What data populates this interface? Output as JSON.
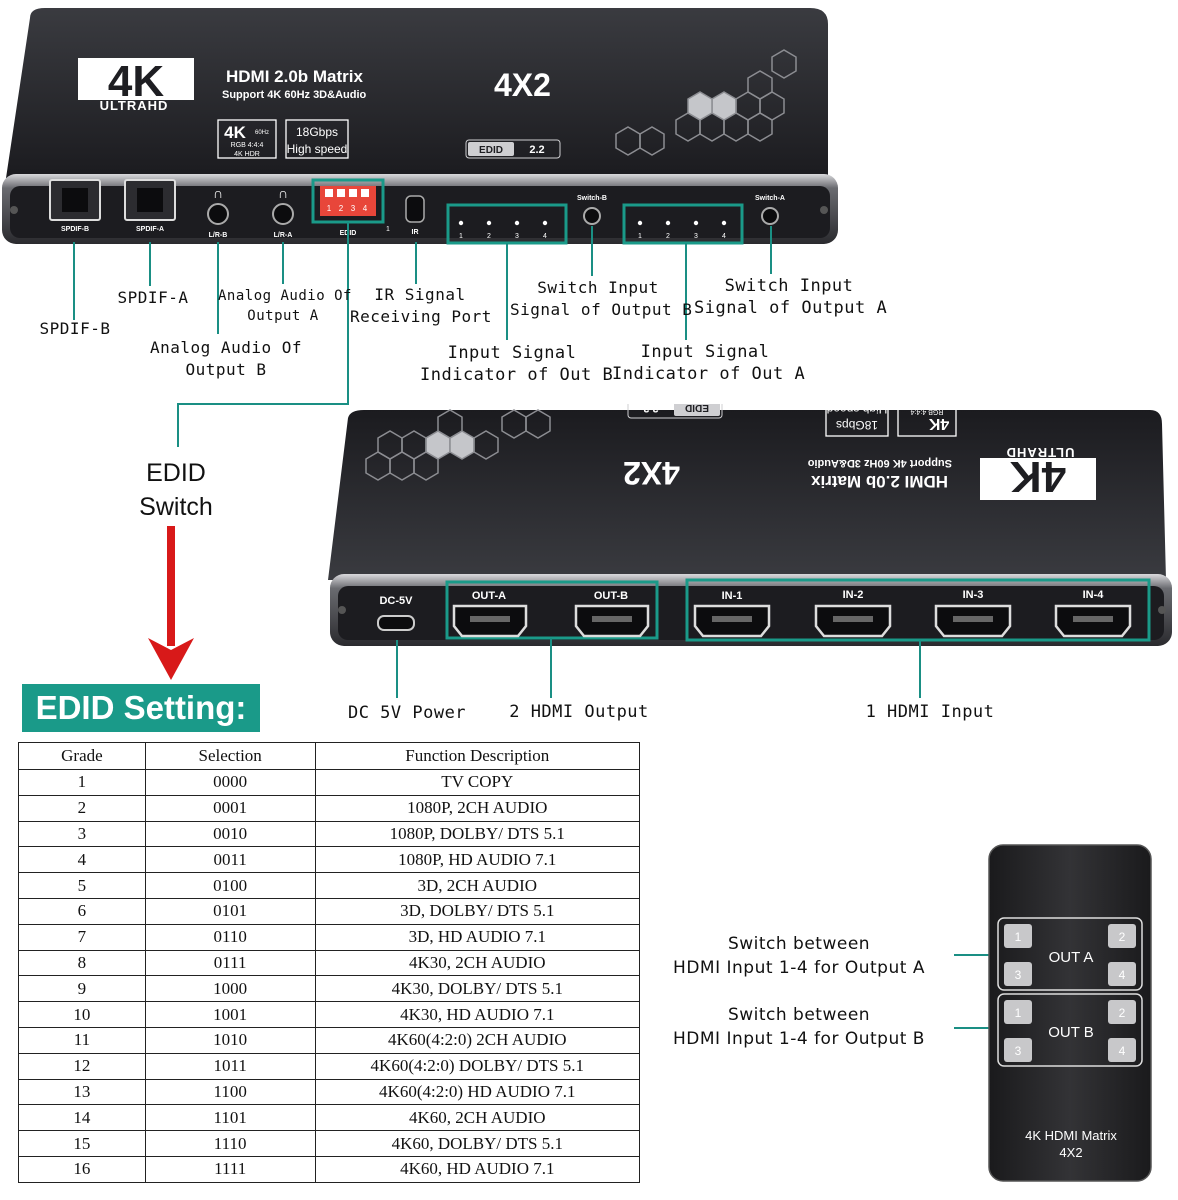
{
  "device": {
    "logo_4k": "4K",
    "logo_ultrahd": "ULTRAHD",
    "product_title": "HDMI 2.0b Matrix",
    "product_subtitle": "Support 4K 60Hz 3D&Audio",
    "model": "4X2",
    "badge_4k": "4K",
    "badge_60hz": "60Hz",
    "badge_rgb": "RGB 4:4:4",
    "badge_4khdr": "4K HDR",
    "badge_speed_line1": "18Gbps",
    "badge_speed_line2": "High speed",
    "edid_label": "EDID",
    "edid_version": "2.2"
  },
  "front_panel": {
    "port_spdif_b": "SPDIF-B",
    "port_spdif_a": "SPDIF-A",
    "port_lr_b": "L/R-B",
    "port_lr_a": "L/R-A",
    "port_edid": "EDID",
    "port_ir": "IR",
    "switch_b": "Switch-B",
    "switch_a": "Switch-A",
    "dip_numbers": [
      "1",
      "2",
      "3",
      "4"
    ],
    "led_numbers": [
      "1",
      "2",
      "3",
      "4"
    ],
    "dip_side_mark": "1"
  },
  "back_panel": {
    "dc": "DC-5V",
    "out_a": "OUT-A",
    "out_b": "OUT-B",
    "in_1": "IN-1",
    "in_2": "IN-2",
    "in_3": "IN-3",
    "in_4": "IN-4"
  },
  "callouts": {
    "spdif_b": "SPDIF-B",
    "spdif_a": "SPDIF-A",
    "analog_a_1": "Analog Audio Of",
    "analog_a_2": "Output A",
    "analog_b_1": "Analog Audio Of",
    "analog_b_2": "Output B",
    "ir_1": "IR Signal",
    "ir_2": "Receiving Port",
    "switch_b_1": "Switch Input",
    "switch_b_2": "Signal of Output B",
    "switch_a_1": "Switch Input",
    "switch_a_2": "Signal of Output A",
    "ind_b_1": "Input Signal",
    "ind_b_2": "Indicator of Out B",
    "ind_a_1": "Input Signal",
    "ind_a_2": "Indicator of Out A",
    "edid_switch_1": "EDID",
    "edid_switch_2": "Switch",
    "dc_power": "DC 5V Power",
    "hdmi_output": "2 HDMI Output",
    "hdmi_input": "1 HDMI Input",
    "remote_a_1": "Switch between",
    "remote_a_2": "HDMI Input 1-4 for Output A",
    "remote_b_1": "Switch between",
    "remote_b_2": "HDMI Input 1-4 for Output B"
  },
  "edid_setting": {
    "heading": "EDID Setting:",
    "headers": [
      "Grade",
      "Selection",
      "Function Description"
    ],
    "rows": [
      [
        "1",
        "0000",
        "TV COPY"
      ],
      [
        "2",
        "0001",
        "1080P, 2CH AUDIO"
      ],
      [
        "3",
        "0010",
        "1080P, DOLBY/ DTS 5.1"
      ],
      [
        "4",
        "0011",
        "1080P, HD AUDIO 7.1"
      ],
      [
        "5",
        "0100",
        "3D, 2CH AUDIO"
      ],
      [
        "6",
        "0101",
        "3D, DOLBY/ DTS 5.1"
      ],
      [
        "7",
        "0110",
        "3D, HD AUDIO 7.1"
      ],
      [
        "8",
        "0111",
        "4K30, 2CH AUDIO"
      ],
      [
        "9",
        "1000",
        "4K30, DOLBY/ DTS 5.1"
      ],
      [
        "10",
        "1001",
        "4K30, HD AUDIO 7.1"
      ],
      [
        "11",
        "1010",
        "4K60(4:2:0) 2CH AUDIO"
      ],
      [
        "12",
        "1011",
        "4K60(4:2:0) DOLBY/ DTS 5.1"
      ],
      [
        "13",
        "1100",
        "4K60(4:2:0) HD AUDIO 7.1"
      ],
      [
        "14",
        "1101",
        "4K60, 2CH AUDIO"
      ],
      [
        "15",
        "1110",
        "4K60, DOLBY/ DTS 5.1"
      ],
      [
        "16",
        "1111",
        "4K60, HD AUDIO 7.1"
      ]
    ]
  },
  "remote": {
    "out_a": "OUT A",
    "out_b": "OUT B",
    "keys": [
      "1",
      "2",
      "3",
      "4"
    ],
    "footer_1": "4K HDMI Matrix",
    "footer_2": "4X2"
  },
  "colors": {
    "accent": "#1a9a89",
    "arrow": "#d81919",
    "device_body": "#1e1e22",
    "dip_switch": "#e8463a"
  }
}
